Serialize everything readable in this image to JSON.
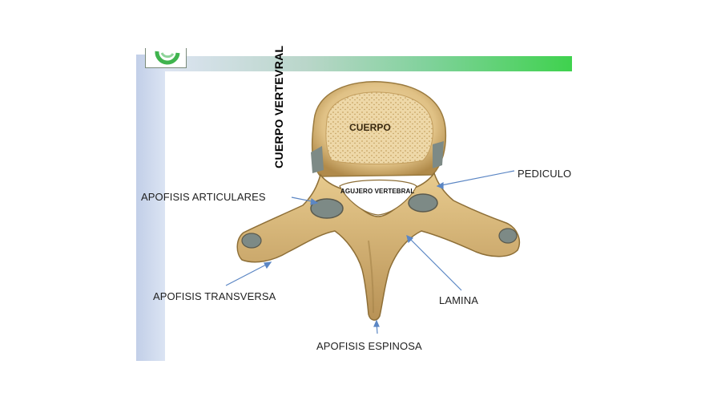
{
  "labels": {
    "cuerpo_vertebral": "CUERPO VERTEVRAL",
    "cuerpo": "CUERPO",
    "agujero": "AGUJERO VERTEBRAL",
    "pediculo": "PEDICULO",
    "articulares": "APOFISIS ARTICULARES",
    "transversa": "APOFISIS TRANSVERSA",
    "lamina": "LAMINA",
    "espinosa": "APOFISIS ESPINOSA"
  },
  "colors": {
    "bone": "#d9b77a",
    "bone_dark": "#9a7a3e",
    "bone_light": "#f0dcae",
    "cartilage": "#7d8a86",
    "arrow": "#5b86c4",
    "accent_green": "#3fd24e"
  },
  "icons": {
    "logo": "green-circle-logo"
  }
}
